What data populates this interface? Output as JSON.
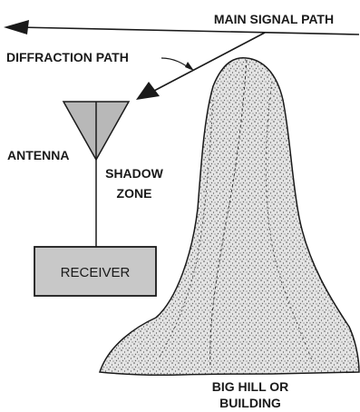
{
  "labels": {
    "main_signal_path": "MAIN SIGNAL PATH",
    "diffraction_path": "DIFFRACTION PATH",
    "antenna": "ANTENNA",
    "shadow_zone_line1": "SHADOW",
    "shadow_zone_line2": "ZONE",
    "receiver": "RECEIVER",
    "hill_line1": "BIG HILL OR",
    "hill_line2": "BUILDING"
  },
  "colors": {
    "ink": "#1a1a1a",
    "hill_fill": "#dcdcdc",
    "receiver_fill": "#c8c8c8",
    "antenna_fill": "#b8b8b8"
  }
}
